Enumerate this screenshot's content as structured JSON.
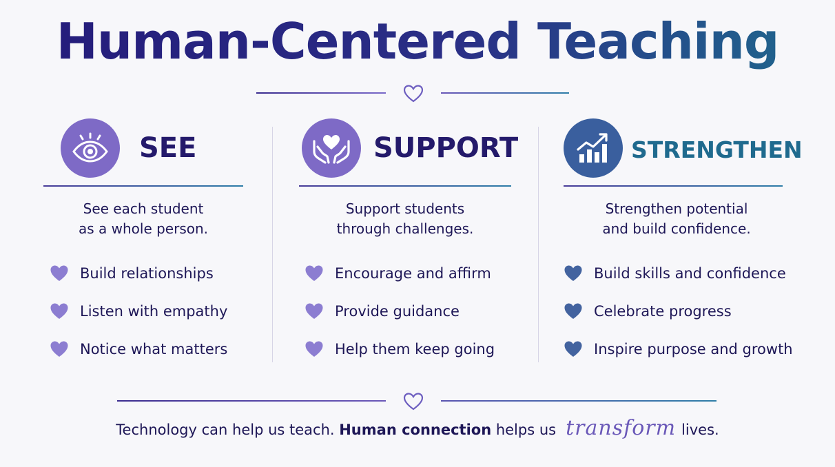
{
  "title": "Human-Centered Teaching",
  "colors": {
    "purple": "#7e6ac6",
    "navy": "#241a6b",
    "teal": "#1f6a8e",
    "steel": "#3a5f9e",
    "heart_purple": "#8c7dd1",
    "heart_steel": "#43639f"
  },
  "columns": [
    {
      "icon": "eye-icon",
      "heading": "SEE",
      "description": "See each student\nas a whole person.",
      "items": [
        "Build relationships",
        "Listen with empathy",
        "Notice what matters"
      ]
    },
    {
      "icon": "heart-hands-icon",
      "heading": "SUPPORT",
      "description": "Support students\nthrough challenges.",
      "items": [
        "Encourage and affirm",
        "Provide guidance",
        "Help them keep going"
      ]
    },
    {
      "icon": "growth-chart-icon",
      "heading": "STRENGTHEN",
      "description": "Strengthen potential\nand build confidence.",
      "items": [
        "Build skills and confidence",
        "Celebrate progress",
        "Inspire purpose and growth"
      ]
    }
  ],
  "footer": {
    "part1": "Technology can help us teach. ",
    "bold": "Human connection",
    "part2": " helps us",
    "script": "transform",
    "part3": "lives."
  }
}
